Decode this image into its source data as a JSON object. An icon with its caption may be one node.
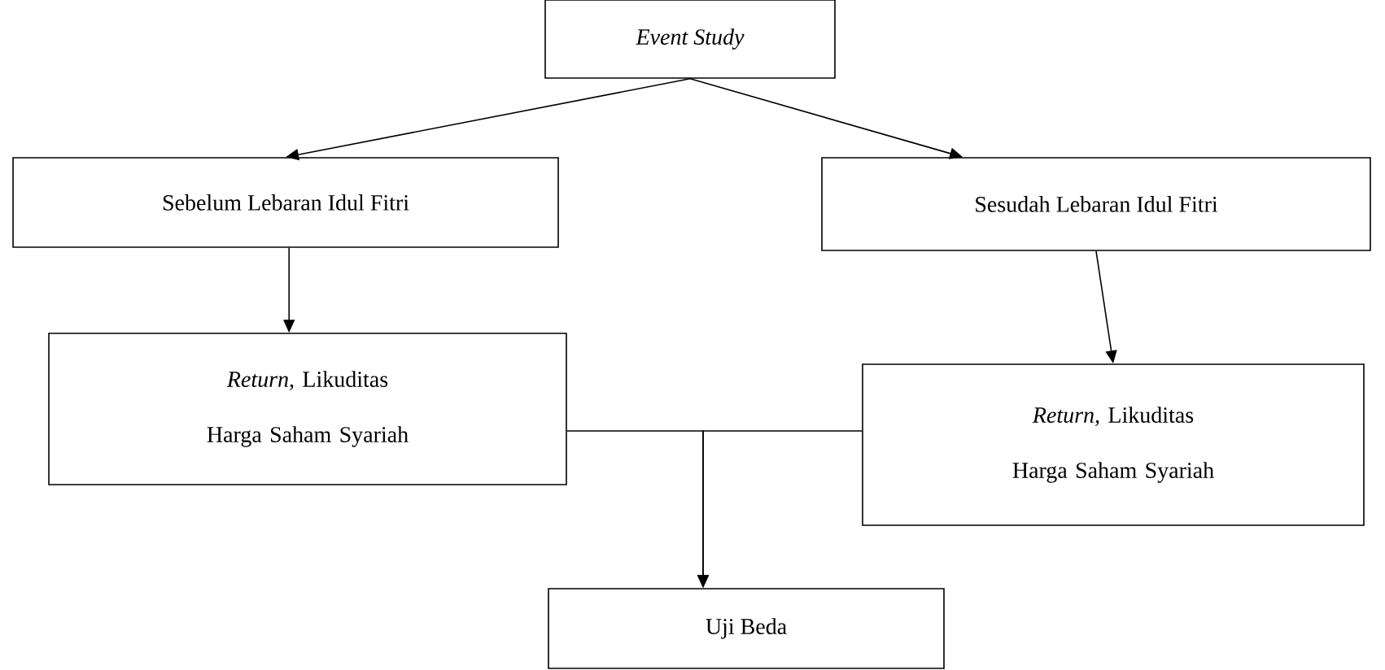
{
  "diagram": {
    "nodes": [
      {
        "text": [
          "Event Study"
        ]
      },
      {
        "text": [
          "Sebelum Lebaran Idul Fitri"
        ]
      },
      {
        "text": [
          "Sesudah Lebaran Idul Fitri"
        ]
      },
      {
        "text": [
          "*Return,* Likuditas Harga Saham Syariah"
        ]
      },
      {
        "text": [
          "*Return,* Likuditas Harga Saham Syariah"
        ]
      },
      {
        "text": [
          "Uji Beda"
        ]
      }
    ],
    "edges": [
      {
        "from": 0,
        "to": 1,
        "arrow": "to"
      },
      {
        "from": 0,
        "to": 2,
        "arrow": "to"
      },
      {
        "from": 1,
        "to": 3,
        "arrow": "to"
      },
      {
        "from": 2,
        "to": 4,
        "arrow": "to"
      },
      {
        "from": 3,
        "to": 5,
        "arrow": "to"
      },
      {
        "from": 4,
        "to": 5,
        "arrow": "to"
      }
    ]
  }
}
